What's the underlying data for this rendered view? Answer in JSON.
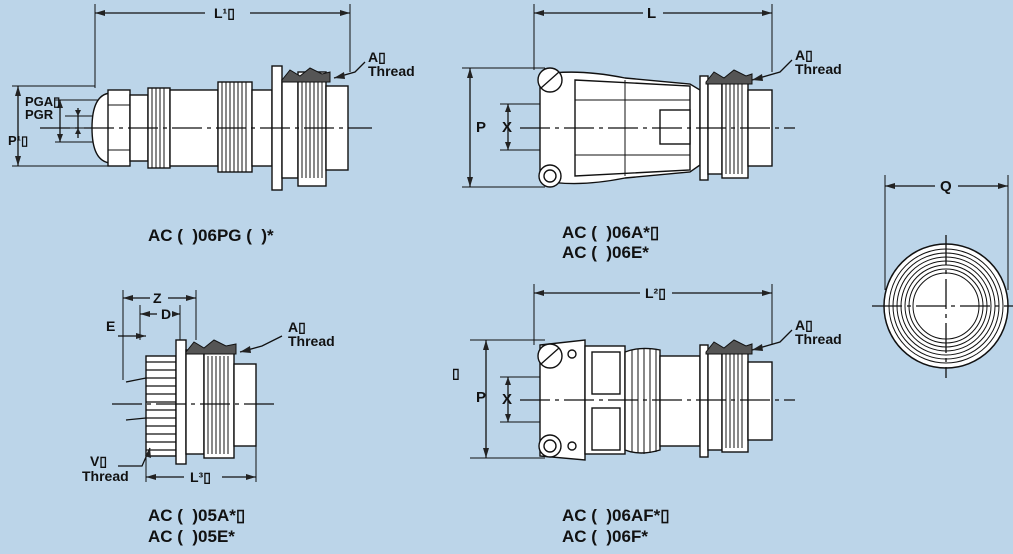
{
  "colors": {
    "background": "#bcd5e9",
    "ink": "#111111"
  },
  "views": {
    "pg": {
      "caption": "AC (  )06PG (  )*",
      "dim_length": "L¹▯",
      "thread": "A▯\nThread",
      "pga": "PGA▯",
      "pgr": "PGR",
      "p1": "P¹▯"
    },
    "a06": {
      "caption_line1": "AC (  )06A*▯",
      "caption_line2": "AC (  )06E*",
      "dim_length": "L",
      "thread": "A▯\nThread",
      "p": "P",
      "x": "X"
    },
    "end": {
      "q": "Q"
    },
    "a05": {
      "caption_line1": "AC (  )05A*▯",
      "caption_line2": "AC (  )05E*",
      "z": "Z",
      "d": "D",
      "e": "E",
      "thread": "A▯\nThread",
      "v_thread": "V▯\nThread",
      "l3": "L³▯"
    },
    "af06": {
      "caption_line1": "AC (  )06AF*▯",
      "caption_line2": "AC (  )06F*",
      "dim_length": "L²▯",
      "thread": "A▯\nThread",
      "p": "P",
      "x": "X",
      "box": "▯"
    }
  }
}
